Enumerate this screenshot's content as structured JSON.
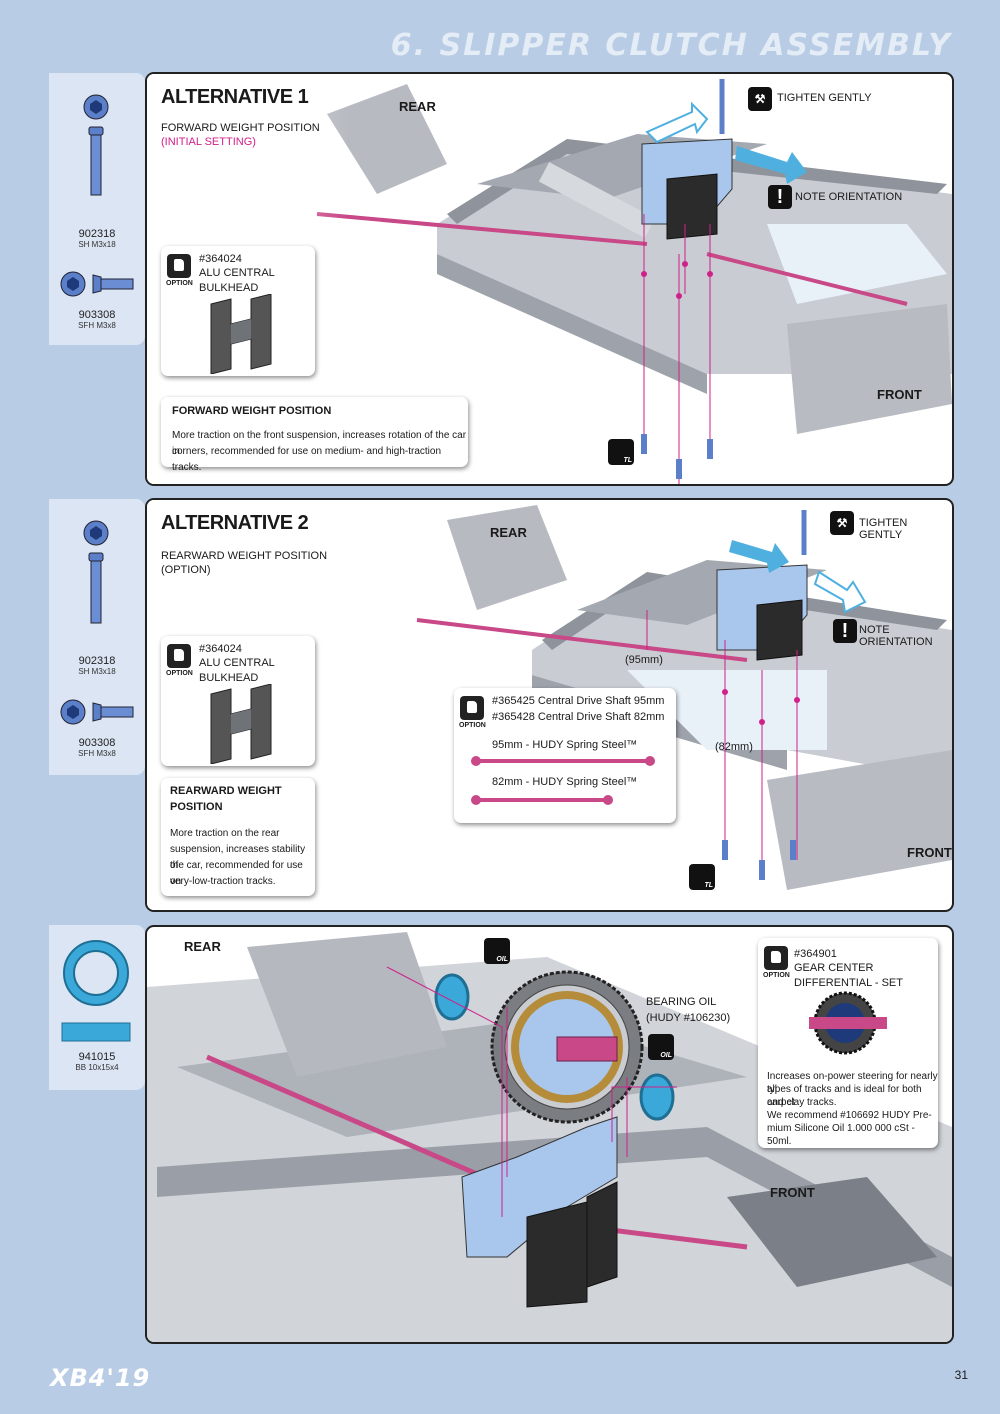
{
  "header": {
    "title": "6. SLIPPER CLUTCH ASSEMBLY"
  },
  "parts": {
    "p1": {
      "num": "902318",
      "desc": "SH M3x18"
    },
    "p2": {
      "num": "903308",
      "desc": "SFH M3x8"
    },
    "p3": {
      "num": "941015",
      "desc": "BB 10x15x4"
    }
  },
  "alt1": {
    "title": "ALTERNATIVE 1",
    "sub1": "FORWARD WEIGHT POSITION",
    "sub2": "(INITIAL SETTING)",
    "option_part": "#364024",
    "option_name": "ALU CENTRAL BULKHEAD",
    "option_label": "OPTION",
    "info_title": "FORWARD WEIGHT POSITION",
    "info_body1": "More traction on the front suspension, increases rotation of the car in",
    "info_body2": "corners, recommended for use on medium- and high-traction tracks.",
    "tighten": "TIGHTEN GENTLY",
    "note": "NOTE ORIENTATION",
    "rear": "REAR",
    "front": "FRONT",
    "tool": "TL"
  },
  "alt2": {
    "title": "ALTERNATIVE 2",
    "sub1": "REARWARD WEIGHT POSITION",
    "sub2": "(OPTION)",
    "option_part": "#364024",
    "option_name": "ALU CENTRAL BULKHEAD",
    "option_label": "OPTION",
    "info_title1": "REARWARD WEIGHT",
    "info_title2": "POSITION",
    "info_body1": "More traction on the rear",
    "info_body2": "suspension, increases stability of",
    "info_body3": "the car, recommended for use on",
    "info_body4": "very-low-traction tracks.",
    "shaft_part1": "#365425 Central Drive Shaft 95mm",
    "shaft_part2": "#365428 Central Drive Shaft 82mm",
    "shaft_95": "95mm - HUDY Spring Steel™",
    "shaft_82": "82mm - HUDY Spring Steel™",
    "dim_95": "(95mm)",
    "dim_82": "(82mm)",
    "tighten": "TIGHTEN GENTLY",
    "note": "NOTE ORIENTATION",
    "rear": "REAR",
    "front": "FRONT",
    "tool": "TL"
  },
  "alt3": {
    "rear": "REAR",
    "front": "FRONT",
    "oil": "OIL",
    "bearing_oil1": "BEARING OIL",
    "bearing_oil2": "(HUDY #106230)",
    "option_part": "#364901",
    "option_name": "GEAR CENTER DIFFERENTIAL - SET",
    "option_label": "OPTION",
    "info1": "Increases on-power steering for nearly all",
    "info2": "types of tracks and is ideal for both carpet",
    "info3": "and clay tracks.",
    "info4": "We recommend #106692 HUDY Pre-",
    "info5": "mium Silicone Oil 1.000 000 cSt - 50ml."
  },
  "footer": {
    "logo": "XB4'19",
    "page": "31"
  },
  "colors": {
    "background": "#b9cce6",
    "side": "#dbe5f3",
    "accent": "#d0208a",
    "arrow": "#4fb0e0"
  }
}
